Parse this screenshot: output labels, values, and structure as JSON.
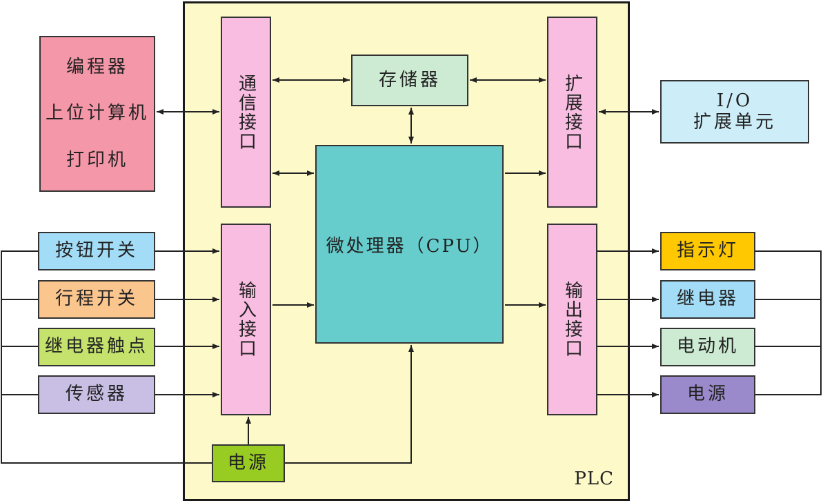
{
  "plc_label": "PLC",
  "external_devices": {
    "lines": [
      "编程器",
      "上位计算机",
      "打印机"
    ]
  },
  "interfaces": {
    "comm": "通信接口",
    "expansion": "扩展接口",
    "input": "输入接口",
    "output": "输出接口"
  },
  "memory": "存储器",
  "cpu": "微处理器（CPU）",
  "io_expansion": {
    "line1": "I/O",
    "line2": "扩展单元"
  },
  "power_internal": "电源",
  "inputs": [
    "按钮开关",
    "行程开关",
    "继电器触点",
    "传感器"
  ],
  "outputs": [
    "指示灯",
    "继电器",
    "电动机",
    "电源"
  ],
  "colors": {
    "plc_bg": "#fdf9c9",
    "interface": "#f9bde2",
    "cpu": "#66cccc",
    "memory": "#cdebd3",
    "programmer": "#f497a8",
    "io_expansion": "#cdeef8",
    "power_internal": "#99cc22"
  }
}
